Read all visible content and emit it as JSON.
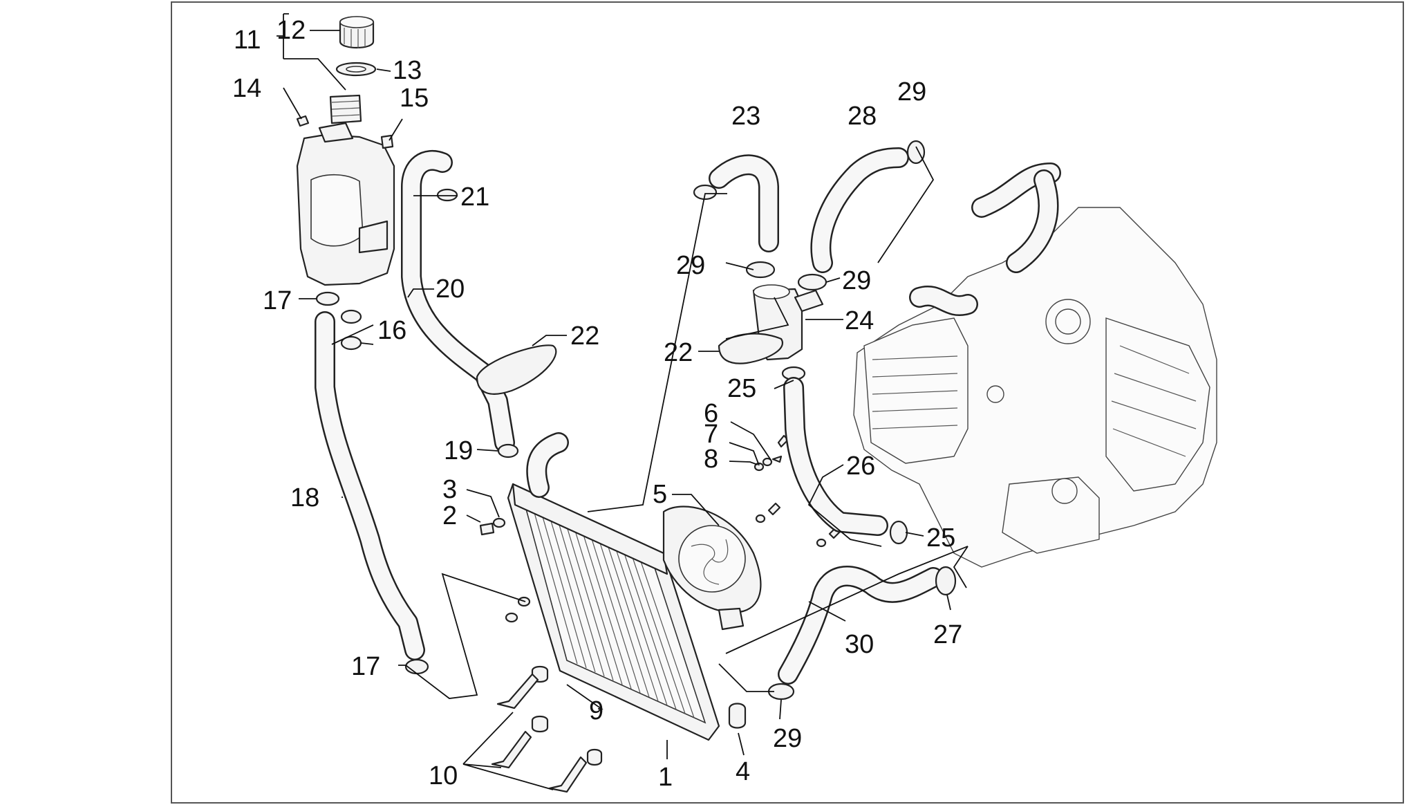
{
  "callouts": {
    "c1": "1",
    "c2": "2",
    "c3": "3",
    "c4": "4",
    "c5": "5",
    "c6": "6",
    "c7": "7",
    "c8": "8",
    "c9": "9",
    "c10": "10",
    "c11": "11",
    "c12": "12",
    "c13": "13",
    "c14": "14",
    "c15": "15",
    "c16": "16",
    "c17a": "17",
    "c17b": "17",
    "c18": "18",
    "c19": "19",
    "c20": "20",
    "c21": "21",
    "c22a": "22",
    "c22b": "22",
    "c23": "23",
    "c24": "24",
    "c25a": "25",
    "c25b": "25",
    "c26": "26",
    "c27": "27",
    "c28": "28",
    "c29a": "29",
    "c29b": "29",
    "c29c": "29",
    "c29d": "29",
    "c30": "30"
  },
  "parts": {
    "1": "radiator",
    "2": "screw",
    "3": "washer",
    "4": "rubber-grommet",
    "5": "electric-fan",
    "6": "screw",
    "7": "washer",
    "8": "spacer",
    "9": "spacer",
    "10": "bolt",
    "11": "expansion-tank-assembly",
    "12": "filler-cap",
    "13": "gasket",
    "14": "screw",
    "15": "clip",
    "16": "rubber-grommet",
    "17": "hose-clamp",
    "18": "tank-hose",
    "19": "hose-clamp",
    "20": "breather-hose",
    "21": "hose-clamp",
    "22": "hose-retainer",
    "23": "radiator-inlet-hose",
    "24": "thermostat",
    "25": "hose-clamp",
    "26": "bypass-hose",
    "27": "hose-clamp",
    "28": "engine-outlet-hose",
    "29": "hose-clamp",
    "30": "radiator-outlet-hose"
  }
}
